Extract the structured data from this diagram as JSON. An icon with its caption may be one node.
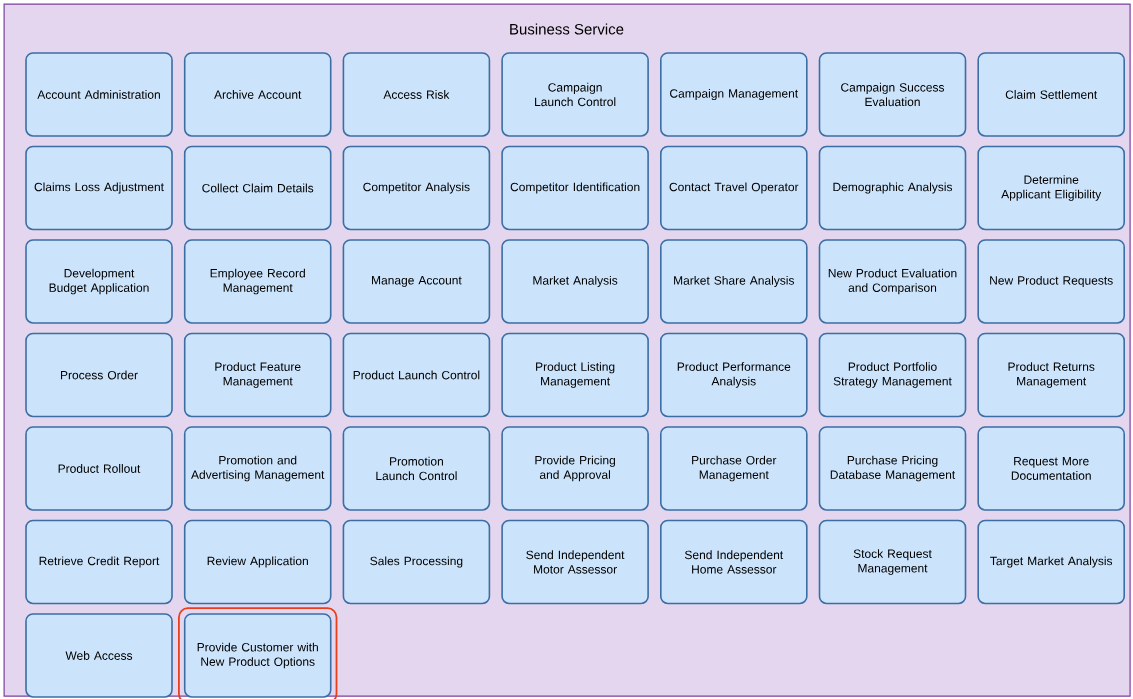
{
  "diagram": {
    "nodes": [
      {
        "text": [
          "Business Service"
        ]
      },
      {
        "text": [
          "Account Administration"
        ],
        "in": 0
      },
      {
        "text": [
          "Archive Account"
        ],
        "in": 0
      },
      {
        "text": [
          "Access Risk"
        ],
        "in": 0
      },
      {
        "text": [
          "Campaign Launch Control"
        ],
        "in": 0
      },
      {
        "text": [
          "Campaign Management"
        ],
        "in": 0
      },
      {
        "text": [
          "Campaign Success Evaluation"
        ],
        "in": 0
      },
      {
        "text": [
          "Claim Settlement"
        ],
        "in": 0
      },
      {
        "text": [
          "Claims Loss Adjustment"
        ],
        "in": 0
      },
      {
        "text": [
          "Collect Claim Details"
        ],
        "in": 0
      },
      {
        "text": [
          "Competitor Analysis"
        ],
        "in": 0
      },
      {
        "text": [
          "Competitor Identification"
        ],
        "in": 0
      },
      {
        "text": [
          "Contact Travel Operator"
        ],
        "in": 0
      },
      {
        "text": [
          "Demographic Analysis"
        ],
        "in": 0
      },
      {
        "text": [
          "Determine Applicant Eligibility"
        ],
        "in": 0
      },
      {
        "text": [
          "Development Budget Application"
        ],
        "in": 0
      },
      {
        "text": [
          "Employee Record Management"
        ],
        "in": 0
      },
      {
        "text": [
          "Manage Account"
        ],
        "in": 0
      },
      {
        "text": [
          "Market Analysis"
        ],
        "in": 0
      },
      {
        "text": [
          "Market Share Analysis"
        ],
        "in": 0
      },
      {
        "text": [
          "New Product Evaluation and Comparison"
        ],
        "in": 0
      },
      {
        "text": [
          "New Product Requests"
        ],
        "in": 0
      },
      {
        "text": [
          "Process Order"
        ],
        "in": 0
      },
      {
        "text": [
          "Product Feature Management"
        ],
        "in": 0
      },
      {
        "text": [
          "Product Launch Control"
        ],
        "in": 0
      },
      {
        "text": [
          "Product Listing Management"
        ],
        "in": 0
      },
      {
        "text": [
          "Product Performance Analysis"
        ],
        "in": 0
      },
      {
        "text": [
          "Product Portfolio Strategy Management"
        ],
        "in": 0
      },
      {
        "text": [
          "Product Returns Management"
        ],
        "in": 0
      },
      {
        "text": [
          "Product Rollout"
        ],
        "in": 0
      },
      {
        "text": [
          "Promotion and Advertising Management"
        ],
        "in": 0
      },
      {
        "text": [
          "Promotion Launch Control"
        ],
        "in": 0
      },
      {
        "text": [
          "Provide Pricing and Approval"
        ],
        "in": 0
      },
      {
        "text": [
          "Purchase Order Management"
        ],
        "in": 0
      },
      {
        "text": [
          "Purchase Pricing Database Management"
        ],
        "in": 0
      },
      {
        "text": [
          "Request More Documentation"
        ],
        "in": 0
      },
      {
        "text": [
          "Retrieve Credit Report"
        ],
        "in": 0
      },
      {
        "text": [
          "Review Application"
        ],
        "in": 0
      },
      {
        "text": [
          "Sales Processing"
        ],
        "in": 0
      },
      {
        "text": [
          "Send Independent Motor Assessor"
        ],
        "in": 0
      },
      {
        "text": [
          "Send Independent Home Assessor"
        ],
        "in": 0
      },
      {
        "text": [
          "Stock Request Management"
        ],
        "in": 0
      },
      {
        "text": [
          "Target Market Analysis"
        ],
        "in": 0
      },
      {
        "text": [
          "Web Access"
        ],
        "in": 0
      },
      {
        "text": [
          "Provide Customer with New Product Options"
        ],
        "in": 0
      }
    ]
  }
}
